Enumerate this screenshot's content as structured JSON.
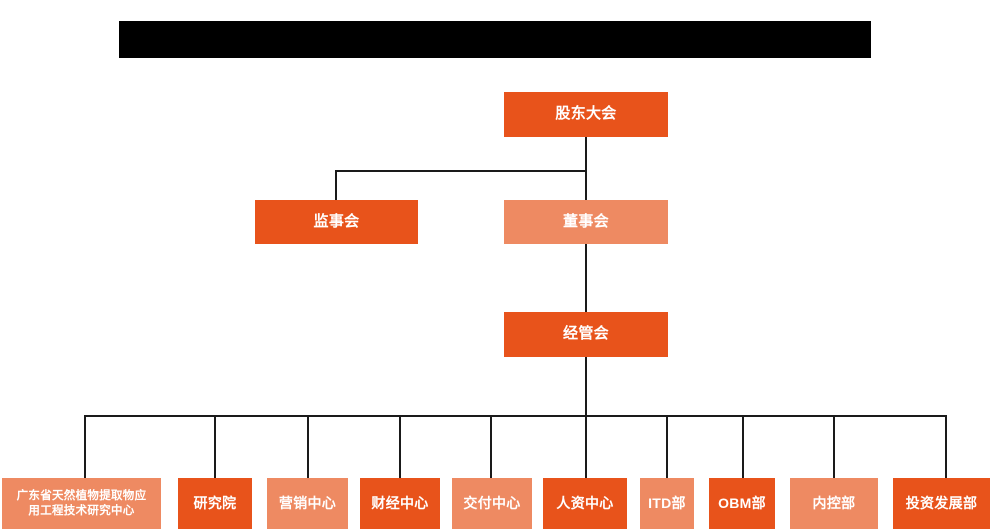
{
  "page": {
    "background": "#ffffff",
    "title_banner": {
      "name": "redacted-title-banner",
      "color": "#000000",
      "text": ""
    }
  },
  "theme": {
    "dark_orange": "#E8531B",
    "light_salmon": "#EE8A62",
    "line_color": "#1a1a1a",
    "text_color": "#ffffff"
  },
  "chart_data": {
    "type": "org-chart",
    "title": "",
    "levels": [
      {
        "level": 1,
        "nodes": [
          {
            "id": "shareholders",
            "label": "股东大会",
            "fill": "dark"
          }
        ]
      },
      {
        "level": 2,
        "nodes": [
          {
            "id": "supervisory",
            "label": "监事会",
            "fill": "dark"
          },
          {
            "id": "board",
            "label": "董事会",
            "fill": "light"
          }
        ]
      },
      {
        "level": 3,
        "nodes": [
          {
            "id": "management",
            "label": "经管会",
            "fill": "dark"
          }
        ]
      },
      {
        "level": 4,
        "nodes": [
          {
            "id": "research-center",
            "label": "广东省天然植物提取物应\n用工程技术研究中心",
            "fill": "light"
          },
          {
            "id": "institute",
            "label": "研究院",
            "fill": "dark"
          },
          {
            "id": "marketing",
            "label": "营销中心",
            "fill": "light"
          },
          {
            "id": "finance",
            "label": "财经中心",
            "fill": "dark"
          },
          {
            "id": "delivery",
            "label": "交付中心",
            "fill": "light"
          },
          {
            "id": "hr",
            "label": "人资中心",
            "fill": "dark"
          },
          {
            "id": "itd",
            "label": "ITD部",
            "fill": "light"
          },
          {
            "id": "obm",
            "label": "OBM部",
            "fill": "dark"
          },
          {
            "id": "internal-control",
            "label": "内控部",
            "fill": "light"
          },
          {
            "id": "investment",
            "label": "投资发展部",
            "fill": "dark"
          }
        ]
      }
    ],
    "edges": [
      {
        "from": "shareholders",
        "to": "supervisory"
      },
      {
        "from": "shareholders",
        "to": "board"
      },
      {
        "from": "board",
        "to": "management"
      },
      {
        "from": "management",
        "to": "research-center"
      },
      {
        "from": "management",
        "to": "institute"
      },
      {
        "from": "management",
        "to": "marketing"
      },
      {
        "from": "management",
        "to": "finance"
      },
      {
        "from": "management",
        "to": "delivery"
      },
      {
        "from": "management",
        "to": "hr"
      },
      {
        "from": "management",
        "to": "itd"
      },
      {
        "from": "management",
        "to": "obm"
      },
      {
        "from": "management",
        "to": "internal-control"
      },
      {
        "from": "management",
        "to": "investment"
      }
    ]
  }
}
